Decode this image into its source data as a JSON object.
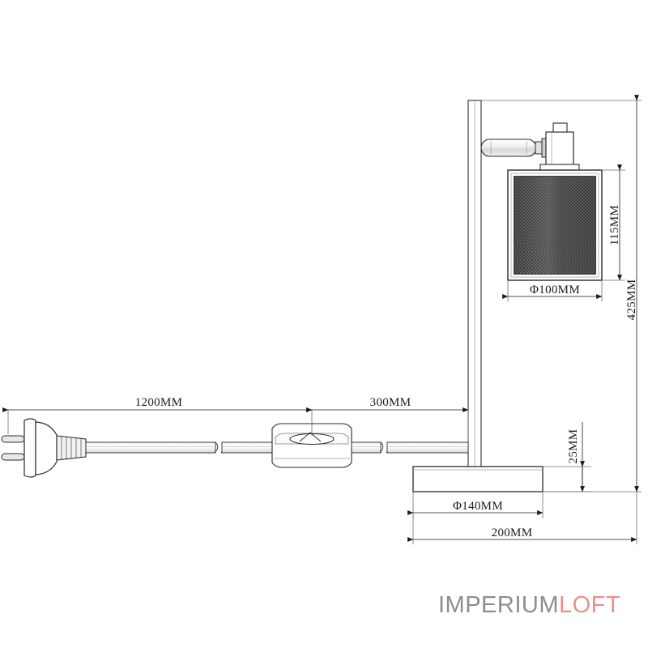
{
  "drawing": {
    "title": "Table lamp technical dimension drawing",
    "units": "MM",
    "dimensions": {
      "shade_height": "115MM",
      "shade_diameter": "Φ100MM",
      "total_height": "425MM",
      "base_thickness": "25MM",
      "base_diameter": "Φ140MM",
      "base_overall_width": "200MM",
      "cord_long_segment": "1200MM",
      "cord_short_segment": "300MM"
    },
    "parts": {
      "plug": "eu-two-pin-plug",
      "inline_switch": "inline-rocker-switch",
      "cord": "power-cord",
      "post": "vertical-post",
      "arm": "horizontal-arm",
      "socket_housing": "socket-housing",
      "shade": "mesh-shade",
      "base": "lamp-base"
    }
  },
  "branding": {
    "primary": "IMPERIUM",
    "secondary": "LOFT",
    "primary_color": "#8d8d8d",
    "secondary_color": "#e8928c"
  },
  "style": {
    "line_color": "#2b2b2b",
    "thin_line_color": "#6e6e6e",
    "mesh_color": "#4a4a4a",
    "background": "#ffffff"
  }
}
